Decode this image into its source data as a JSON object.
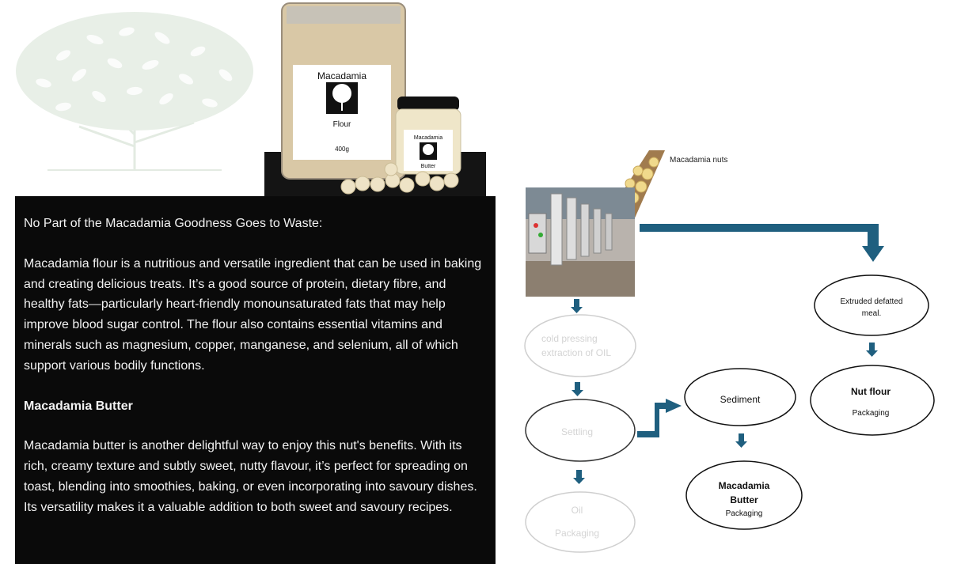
{
  "text_panel": {
    "intro_title": "No Part of the Macadamia Goodness Goes to Waste:",
    "flour_paragraph": "Macadamia flour is a nutritious and versatile ingredient that can be used in baking and creating delicious treats. It’s a good source of protein, dietary fibre, and healthy fats—particularly heart-friendly monounsaturated fats that may help improve blood sugar control. The flour also contains essential vitamins and minerals such as magnesium, copper, manganese, and selenium, all of which support various bodily functions.",
    "butter_heading": "Macadamia Butter",
    "butter_paragraph": "Macadamia butter is another delightful way to enjoy this nut's benefits. With its rich, creamy texture and subtly sweet, nutty flavour, it’s perfect for spreading on toast, blending into smoothies, baking, or even incorporating into savoury dishes. Its versatility makes it a valuable addition to both sweet and savoury recipes."
  },
  "product_photo": {
    "pouch_brand": "Macadamia",
    "pouch_product": "Flour",
    "pouch_weight": "400g",
    "jar_brand": "Macadamia",
    "jar_product": "Butter"
  },
  "flow": {
    "nuts_label": "Macadamia nuts",
    "cold_pressing_line1": "cold pressing",
    "cold_pressing_line2": "extraction of OIL",
    "settling": "Settling",
    "oil": "Oil",
    "oil_packaging": "Packaging",
    "sediment": "Sediment",
    "butter_line1": "Macadamia",
    "butter_line2": "Butter",
    "butter_packaging": "Packaging",
    "extruded_line1": "Extruded defatted",
    "extruded_line2": "meal.",
    "nut_flour": "Nut flour",
    "nut_flour_packaging": "Packaging",
    "colors": {
      "arrow": "#1f5f7f",
      "faded_text": "#d4d4d4",
      "node_border": "#111111"
    }
  }
}
